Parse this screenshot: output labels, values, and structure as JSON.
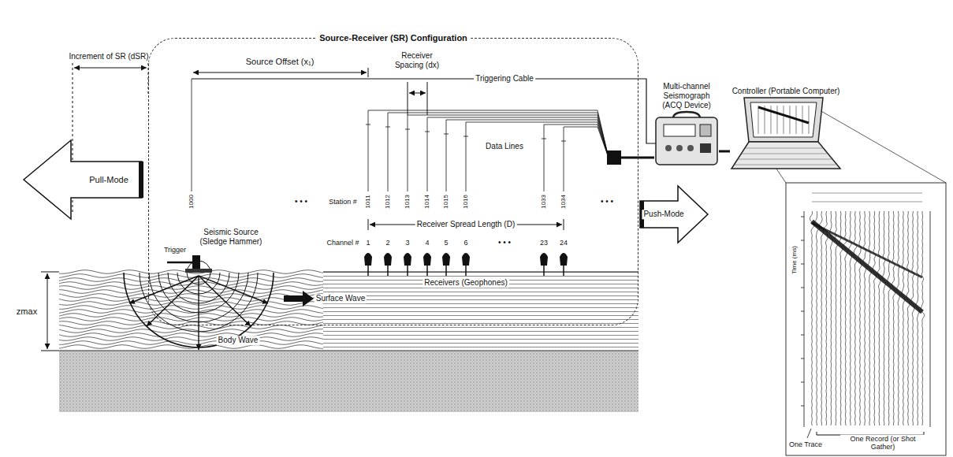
{
  "diagram": {
    "nodes": [
      {
        "text": [
          "Source-Receiver (SR) Configuration"
        ]
      },
      {
        "text": [
          "Multi-channel Seismograph (ACQ Device)"
        ]
      },
      {
        "text": [
          "Controller (Portable Computer)"
        ]
      }
    ],
    "edges": [
      {
        "from": 0,
        "to": 1,
        "arrow": "none"
      },
      {
        "from": 1,
        "to": 2,
        "arrow": "none"
      }
    ],
    "labels": [
      "Increment of SR (dSR)",
      "Source Offset (x₁)",
      "Receiver Spacing (dx)",
      "Triggering Cable",
      "Data Lines",
      "Pull-Mode",
      "Push-Mode",
      "Station #",
      "Channel #",
      "1000",
      "1011",
      "1012",
      "1013",
      "1014",
      "1015",
      "1016",
      "1033",
      "1034",
      "Receiver Spread Length (D)",
      "1",
      "2",
      "3",
      "4",
      "5",
      "6",
      "23",
      "24",
      "Seismic Source (Sledge Hammer)",
      "Trigger",
      "Receivers (Geophones)",
      "Surface Wave",
      "Body Wave",
      "zmax",
      "• • •",
      "• • •",
      "• • •",
      "Time (ms)",
      "One Trace",
      "One Record (or Shot Gather)"
    ]
  }
}
